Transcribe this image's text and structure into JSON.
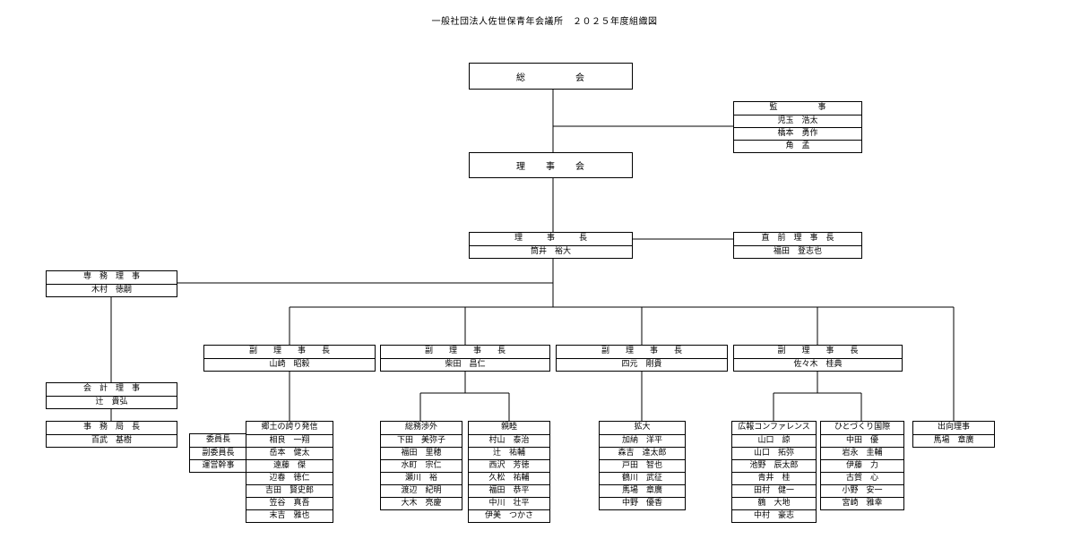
{
  "title": "一般社団法人佐世保青年会議所　２０２５年度組織図",
  "general_assembly": "総　　　　　会",
  "auditors": {
    "title": "監　　　　　事",
    "members": [
      "児玉　浩太",
      "橋本　勇作",
      "角　孟"
    ]
  },
  "board": "理　　事　　会",
  "president": {
    "title": "理　　　事　　　長",
    "name": "筒井　裕大"
  },
  "past_president": {
    "title": "直　前　理　事　長",
    "name": "福田　登志也"
  },
  "executive_director": {
    "title": "専　務　理　事",
    "name": "木村　徳嗣"
  },
  "treasurer": {
    "title": "会　計　理　事",
    "name": "辻　貴弘"
  },
  "secretary_general": {
    "title": "事　務　局　長",
    "name": "百武　基樹"
  },
  "vice_presidents": [
    {
      "title": "副　　理　　事　　長",
      "name": "山崎　昭毅"
    },
    {
      "title": "副　　理　　事　　長",
      "name": "柴田　昌仁"
    },
    {
      "title": "副　　理　　事　　長",
      "name": "四元　剛貴"
    },
    {
      "title": "副　　理　　事　　長",
      "name": "佐々木　桂典"
    }
  ],
  "role_labels": [
    "委員長",
    "副委員長",
    "運営幹事"
  ],
  "committees": [
    {
      "name": "郷土の誇り発信",
      "members": [
        "相良　一翔",
        "岳本　健太",
        "遠藤　傑",
        "辺春　徳仁",
        "吉田　賢史郎",
        "笠谷　真吾",
        "末吉　雅也"
      ]
    },
    {
      "name": "総務渉外",
      "members": [
        "下田　美弥子",
        "福田　里穂",
        "水町　宗仁",
        "瀬川　裕",
        "渡辺　紀明",
        "大木　亮慶"
      ]
    },
    {
      "name": "親睦",
      "members": [
        "村山　泰治",
        "辻　祐輔",
        "西沢　芳徳",
        "久松　祐輔",
        "福田　恭平",
        "中川　壮平",
        "伊美　つかさ"
      ]
    },
    {
      "name": "拡大",
      "members": [
        "加納　洋平",
        "森吉　達太郎",
        "戸田　智也",
        "鶴川　武征",
        "馬場　章廣",
        "中野　優香"
      ]
    },
    {
      "name": "広報コンファレンス",
      "members": [
        "山口　諒",
        "山口　拓弥",
        "池野　辰太郎",
        "青井　桂",
        "田村　健一",
        "鶴　大地",
        "中村　豪志"
      ]
    },
    {
      "name": "ひとづくり国際",
      "members": [
        "中田　優",
        "岩永　圭輔",
        "伊藤　力",
        "古賀　心",
        "小野　安一",
        "宮崎　雅幸"
      ]
    }
  ],
  "seconded_director": {
    "title": "出向理事",
    "name": "馬場　章廣"
  }
}
